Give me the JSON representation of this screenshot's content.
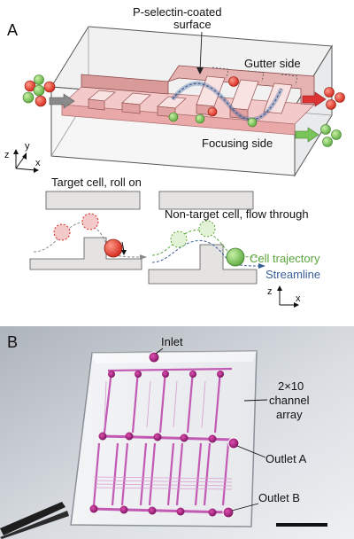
{
  "panelA": {
    "label": "A",
    "coating_label_line1": "P-selectin-coated",
    "coating_label_line2": "surface",
    "gutter_label": "Gutter side",
    "focusing_label": "Focusing side",
    "axes": {
      "z": "z",
      "y": "y",
      "x": "x"
    },
    "target_caption": "Target cell, roll on",
    "nontarget_caption": "Non-target cell, flow through",
    "legend_trajectory": "Cell trajectory",
    "legend_streamline": "Streamline",
    "axes2": {
      "z": "z",
      "x": "x"
    }
  },
  "panelB": {
    "label": "B",
    "inlet_label": "Inlet",
    "array_label_line1": "2×10",
    "array_label_line2": "channel",
    "array_label_line3": "array",
    "outlet_a_label": "Outlet A",
    "outlet_b_label": "Outlet B"
  },
  "colors": {
    "red_cell": "#e8392b",
    "green_cell": "#79c55a",
    "channel_pink": "#f4c9c9",
    "trajectory_green": "#5aa53a",
    "streamline_blue": "#3a5e98",
    "magenta": "#b8189a"
  }
}
